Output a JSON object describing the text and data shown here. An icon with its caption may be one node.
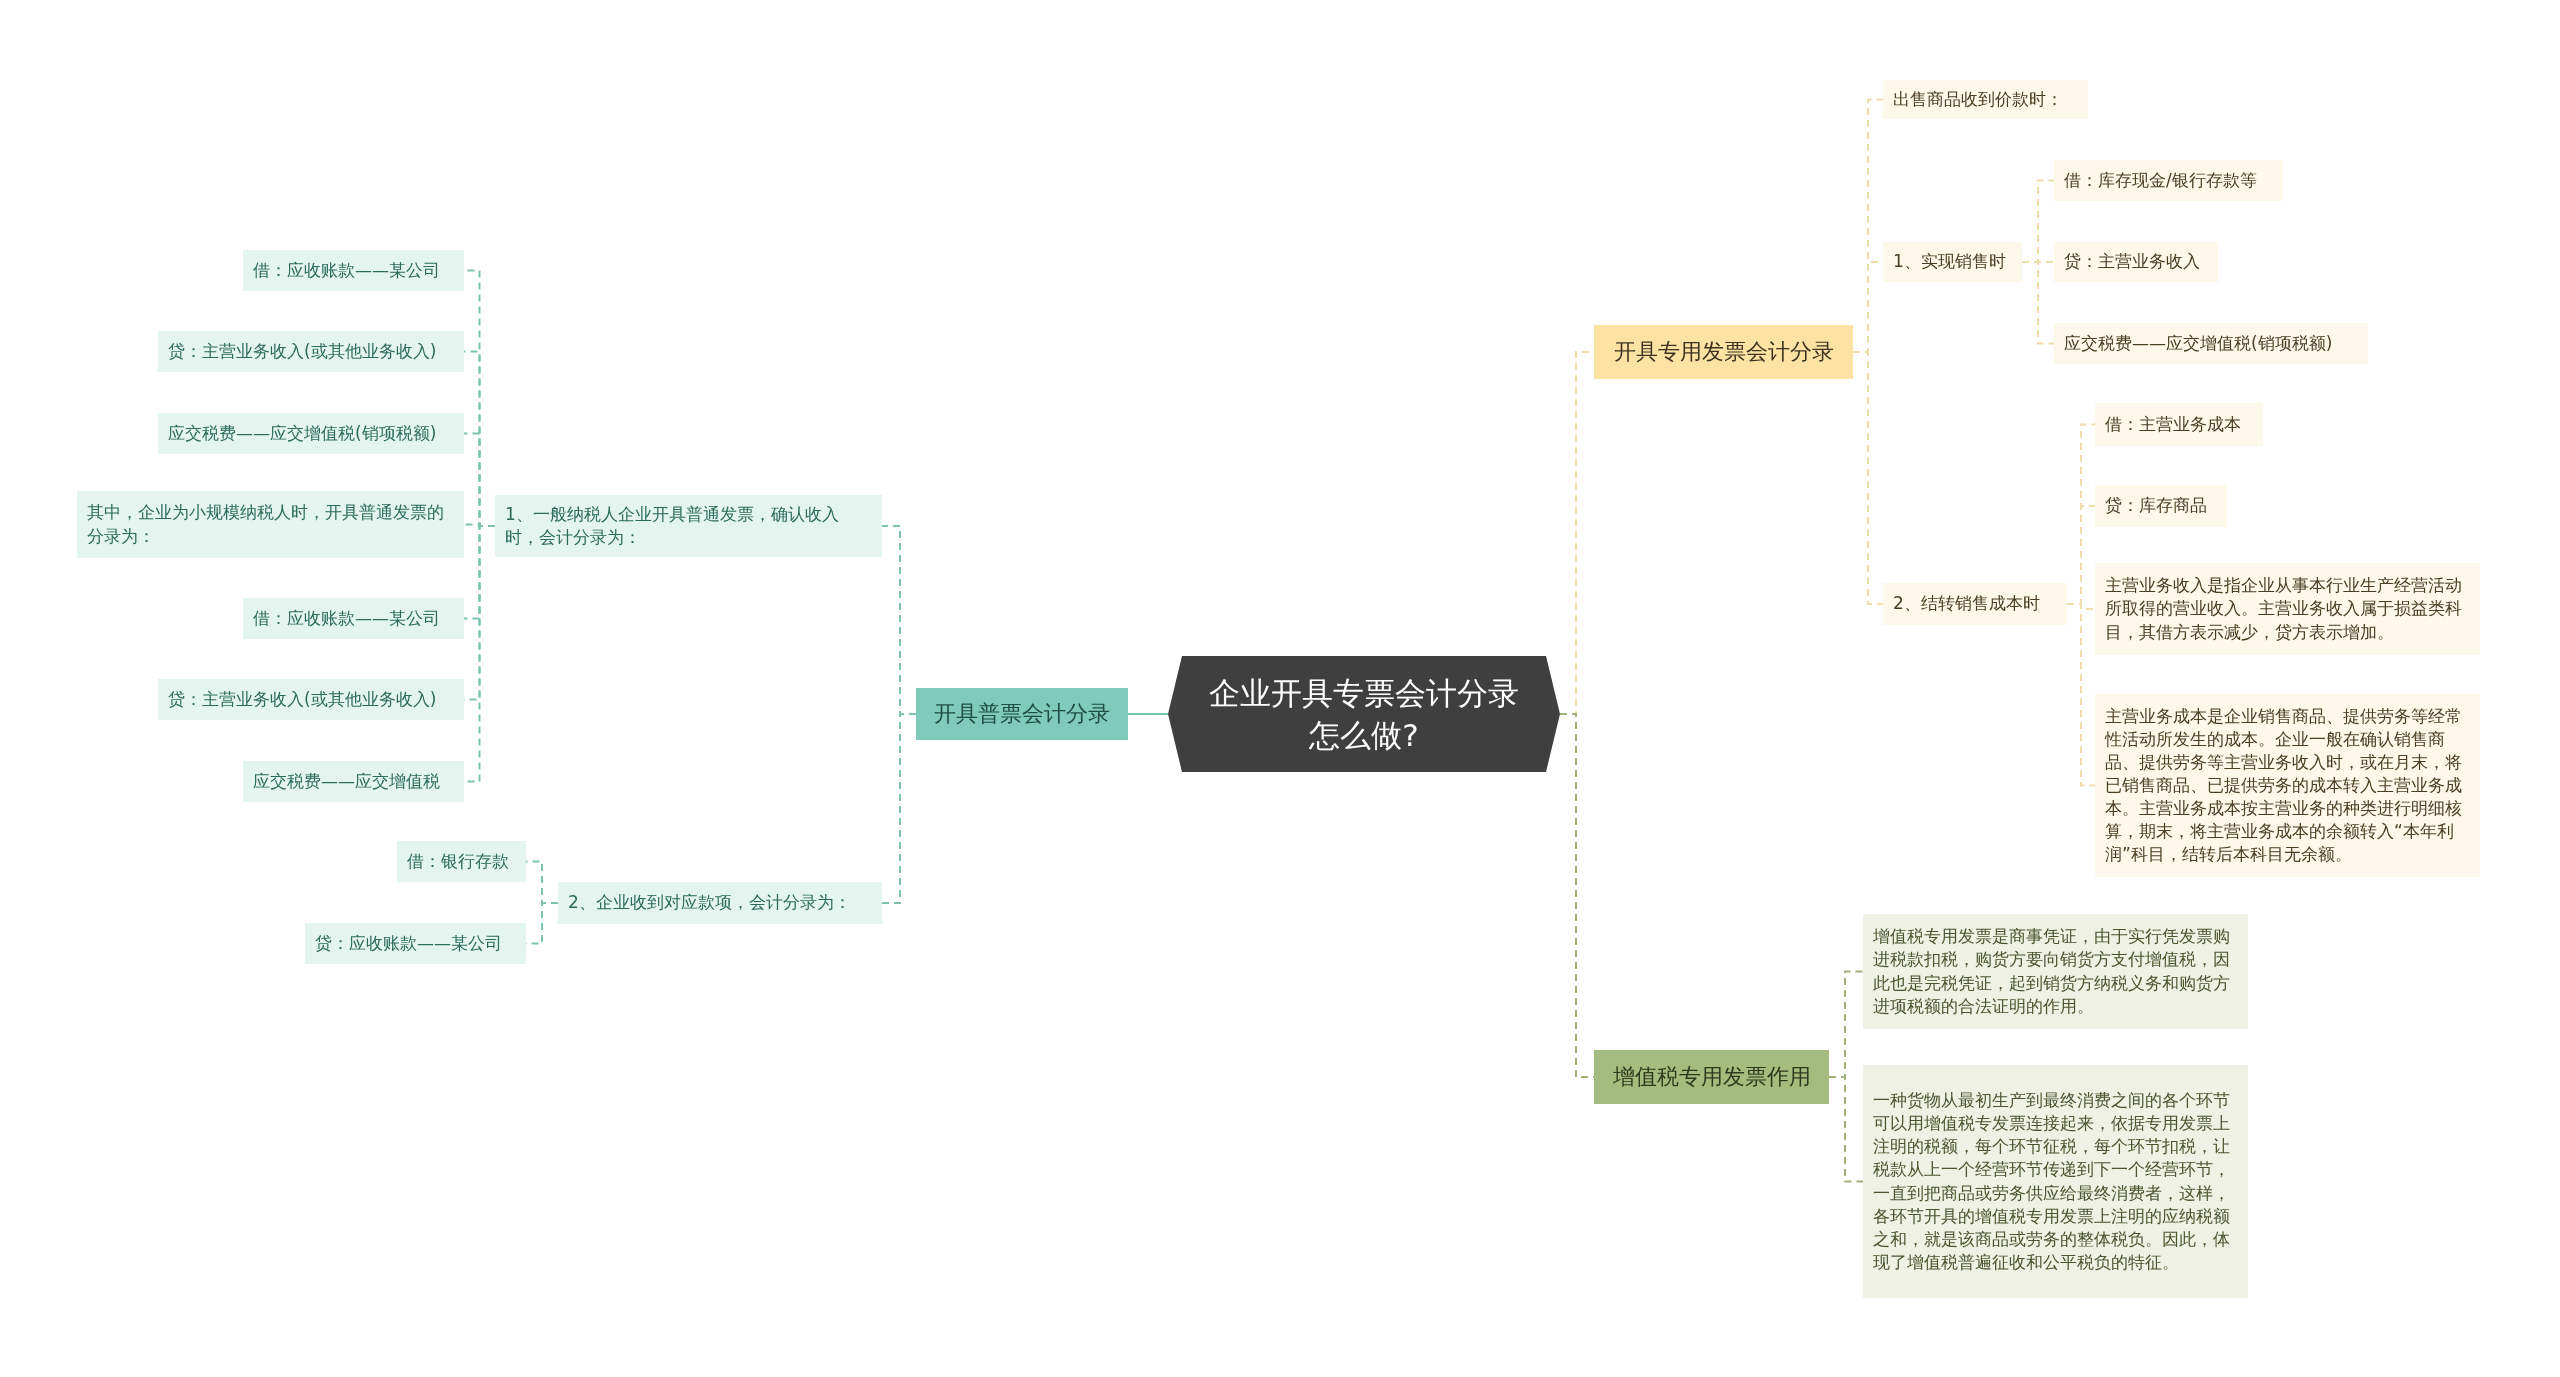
{
  "diagram": {
    "nodes": [
      {
        "text": [
          "企业开具专票会计分录怎么做?"
        ]
      },
      {
        "text": [
          "开具普票会计分录"
        ]
      },
      {
        "text": [
          "1、一般纳税人企业开具普通发票，确认收入时，会计分录为："
        ]
      },
      {
        "text": [
          "2、企业收到对应款项，会计分录为："
        ]
      },
      {
        "text": [
          "借：应收账款——某公司"
        ]
      },
      {
        "text": [
          "贷：主营业务收入(或其他业务收入)"
        ]
      },
      {
        "text": [
          "应交税费——应交增值税(销项税额)"
        ]
      },
      {
        "text": [
          "其中，企业为小规模纳税人时，开具普通发票的分录为："
        ]
      },
      {
        "text": [
          "借：应收账款——某公司"
        ]
      },
      {
        "text": [
          "贷：主营业务收入(或其他业务收入)"
        ]
      },
      {
        "text": [
          "应交税费——应交增值税"
        ]
      },
      {
        "text": [
          "借：银行存款"
        ]
      },
      {
        "text": [
          "贷：应收账款——某公司"
        ]
      },
      {
        "text": [
          "开具专用发票会计分录"
        ]
      },
      {
        "text": [
          "出售商品收到价款时："
        ]
      },
      {
        "text": [
          "1、实现销售时"
        ]
      },
      {
        "text": [
          "借：库存现金/银行存款等"
        ]
      },
      {
        "text": [
          "贷：主营业务收入"
        ]
      },
      {
        "text": [
          "应交税费——应交增值税(销项税额)"
        ]
      },
      {
        "text": [
          "2、结转销售成本时"
        ]
      },
      {
        "text": [
          "借：主营业务成本"
        ]
      },
      {
        "text": [
          "贷：库存商品"
        ]
      },
      {
        "text": [
          "主营业务收入是指企业从事本行业生产经营活动所取得的营业收入。主营业务收入属于损益类科目，其借方表示减少，贷方表示增加。"
        ]
      },
      {
        "text": [
          "主营业务成本是企业销售商品、提供劳务等经常性活动所发生的成本。企业一般在确认销售商品、提供劳务等主营业务收入时，或在月末，将已销售商品、已提供劳务的成本转入主营业务成本。主营业务成本按主营业务的种类进行明细核算，期末，将主营业务成本的余额转入“本年利润”科目，结转后本科目无余额。"
        ]
      },
      {
        "text": [
          "增值税专用发票作用"
        ]
      },
      {
        "text": [
          "增值税专用发票是商事凭证，由于实行凭发票购进税款扣税，购货方要向销货方支付增值税，因此也是完税凭证，起到销货方纳税义务和购货方进项税额的合法证明的作用。"
        ]
      },
      {
        "text": [
          "一种货物从最初生产到最终消费之间的各个环节可以用增值税专发票连接起来，依据专用发票上注明的税额，每个环节征税，每个环节扣税，让税款从上一个经营环节传递到下一个经营环节，一直到把商品或劳务供应给最终消费者，这样，各环节开具的增值税专用发票上注明的应纳税额之和，就是该商品或劳务的整体税负。因此，体现了增值税普遍征收和公平税负的特征。"
        ]
      }
    ],
    "edges": [
      {
        "from": 0,
        "to": 1,
        "arrow": "none"
      },
      {
        "from": 1,
        "to": 2,
        "arrow": "none",
        "style": "dashed"
      },
      {
        "from": 1,
        "to": 3,
        "arrow": "none",
        "style": "dashed"
      },
      {
        "from": 2,
        "to": 4,
        "arrow": "none",
        "style": "dashed"
      },
      {
        "from": 2,
        "to": 5,
        "arrow": "none",
        "style": "dashed"
      },
      {
        "from": 2,
        "to": 6,
        "arrow": "none",
        "style": "dashed"
      },
      {
        "from": 2,
        "to": 7,
        "arrow": "none",
        "style": "dashed"
      },
      {
        "from": 2,
        "to": 8,
        "arrow": "none",
        "style": "dashed"
      },
      {
        "from": 2,
        "to": 9,
        "arrow": "none",
        "style": "dashed"
      },
      {
        "from": 2,
        "to": 10,
        "arrow": "none",
        "style": "dashed"
      },
      {
        "from": 3,
        "to": 11,
        "arrow": "none",
        "style": "dashed"
      },
      {
        "from": 3,
        "to": 12,
        "arrow": "none",
        "style": "dashed"
      },
      {
        "from": 0,
        "to": 13,
        "arrow": "none",
        "style": "dashed",
        "color": "#efdca6"
      },
      {
        "from": 13,
        "to": 14,
        "arrow": "none",
        "style": "dashed",
        "color": "#efdca6"
      },
      {
        "from": 13,
        "to": 15,
        "arrow": "none",
        "style": "dashed",
        "color": "#efdca6"
      },
      {
        "from": 13,
        "to": 19,
        "arrow": "none",
        "style": "dashed",
        "color": "#efdca6"
      },
      {
        "from": 15,
        "to": 16,
        "arrow": "none",
        "style": "dashed",
        "color": "#efdca6"
      },
      {
        "from": 15,
        "to": 17,
        "arrow": "none",
        "style": "dashed",
        "color": "#efdca6"
      },
      {
        "from": 15,
        "to": 18,
        "arrow": "none",
        "style": "dashed",
        "color": "#efdca6"
      },
      {
        "from": 19,
        "to": 20,
        "arrow": "none",
        "style": "dashed",
        "color": "#efdca6"
      },
      {
        "from": 19,
        "to": 21,
        "arrow": "none",
        "style": "dashed",
        "color": "#efdca6"
      },
      {
        "from": 19,
        "to": 22,
        "arrow": "none",
        "style": "dashed",
        "color": "#efdca6"
      },
      {
        "from": 19,
        "to": 23,
        "arrow": "none",
        "style": "dashed",
        "color": "#efdca6"
      },
      {
        "from": 0,
        "to": 24,
        "arrow": "none",
        "style": "dashed",
        "color": "#9fb27a"
      },
      {
        "from": 24,
        "to": 25,
        "arrow": "none",
        "style": "dashed",
        "color": "#9fb27a"
      },
      {
        "from": 24,
        "to": 26,
        "arrow": "none",
        "style": "dashed",
        "color": "#9fb27a"
      }
    ]
  }
}
